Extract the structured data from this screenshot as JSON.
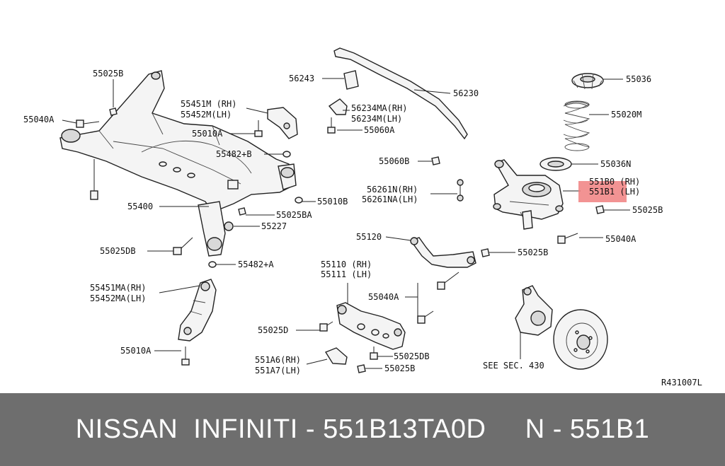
{
  "colors": {
    "footer_bg": "#6e6e6e",
    "highlight": "#f08080",
    "footer_text": "#ffffff"
  },
  "labels": {
    "l55025B_a": "55025B",
    "l55040A_a": "55040A",
    "l55451M": "55451M (RH)",
    "l55452M": "55452M(LH)",
    "l55010A_a": "55010A",
    "l55482_a": "55482+B",
    "l55010B": "55010B",
    "l55400": "55400",
    "l55025BA": "55025BA",
    "l55227": "55227",
    "l55025DB_a": "55025DB",
    "l55482_b": "55482+A",
    "l55451MA": "55451MA(RH)",
    "l55452MA": "55452MA(LH)",
    "l55010A_b": "55010A",
    "l56243": "56243",
    "l56230": "56230",
    "l56234MA": "56234MA(RH)",
    "l56234M": "56234M(LH)",
    "l55060A": "55060A",
    "l55060B": "55060B",
    "l56261N": "56261N(RH)",
    "l56261NA": "56261NA(LH)",
    "l55036": "55036",
    "l55020M": "55020M",
    "l55036N": "55036N",
    "l551B0": "551B0 (RH)",
    "l551B1": "551B1 (LH)",
    "l55025B_b": "55025B",
    "l55040A_b": "55040A",
    "l55120": "55120",
    "l55025B_c": "55025B",
    "l55110": "55110 (RH)",
    "l55111": "55111 (LH)",
    "l55040A_c": "55040A",
    "l55025D": "55025D",
    "l55025DB_b": "55025DB",
    "l551A6": "551A6(RH)",
    "l551A7": "551A7(LH)",
    "l55025B_d": "55025B",
    "see_sec": "SEE SEC. 430",
    "ref_code": "R431007L"
  },
  "footer": {
    "text": "NISSAN  INFINITI - 551B13TA0D     N - 551B1"
  }
}
